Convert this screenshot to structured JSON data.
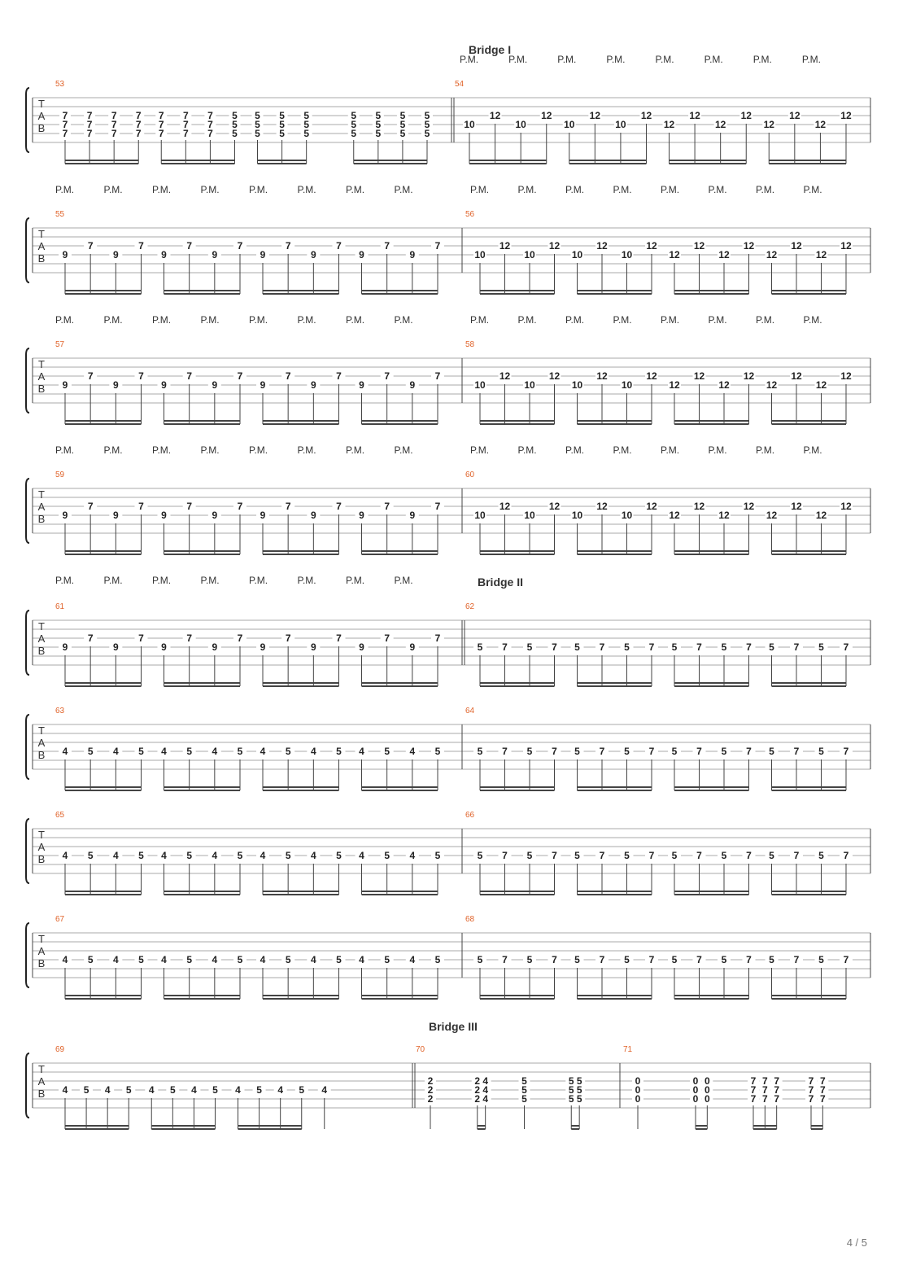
{
  "page_number": "4 / 5",
  "tab_clef": [
    "T",
    "A",
    "B"
  ],
  "pm_label": "P.M.",
  "section_labels": {
    "bridge1": "Bridge I",
    "bridge2": "Bridge II",
    "bridge3": "Bridge III"
  },
  "rows": [
    {
      "section": "bridge1",
      "measures": [
        {
          "number": "53",
          "groups": [
            {
              "notes": [
                [
                  "7",
                  "7",
                  "7"
                ],
                [
                  "7",
                  "7",
                  "7"
                ],
                [
                  "7",
                  "7",
                  "7"
                ],
                [
                  "7",
                  "7",
                  "7"
                ]
              ]
            },
            {
              "notes": [
                [
                  "7",
                  "7",
                  "7"
                ],
                [
                  "7",
                  "7",
                  "7"
                ],
                [
                  "7",
                  "7",
                  "7"
                ],
                [
                  "5",
                  "5",
                  "5"
                ]
              ]
            },
            {
              "notes": [
                [
                  "5",
                  "5",
                  "5"
                ],
                [
                  "5",
                  "5",
                  "5"
                ],
                [
                  "5",
                  "5",
                  "5"
                ]
              ]
            },
            {
              "notes": [
                [
                  "5",
                  "5",
                  "5"
                ],
                [
                  "5",
                  "5",
                  "5"
                ],
                [
                  "5",
                  "5",
                  "5"
                ],
                [
                  "5",
                  "5",
                  "5"
                ]
              ]
            }
          ]
        },
        {
          "number": "54",
          "pm": 8,
          "groups": [
            {
              "notes": [
                "10",
                "12",
                "10",
                "12"
              ]
            },
            {
              "notes": [
                "10",
                "12",
                "10",
                "12"
              ]
            },
            {
              "notes": [
                "12",
                "12",
                "12",
                "12"
              ]
            },
            {
              "notes": [
                "12",
                "12",
                "12",
                "12"
              ]
            }
          ]
        }
      ]
    },
    {
      "measures": [
        {
          "number": "55",
          "pm": 8,
          "groups": [
            {
              "notes": [
                "9",
                "7",
                "9",
                "7"
              ]
            },
            {
              "notes": [
                "9",
                "7",
                "9",
                "7"
              ]
            },
            {
              "notes": [
                "9",
                "7",
                "9",
                "7"
              ]
            },
            {
              "notes": [
                "9",
                "7",
                "9",
                "7"
              ]
            }
          ]
        },
        {
          "number": "56",
          "pm": 8,
          "groups": [
            {
              "notes": [
                "10",
                "12",
                "10",
                "12"
              ]
            },
            {
              "notes": [
                "10",
                "12",
                "10",
                "12"
              ]
            },
            {
              "notes": [
                "12",
                "12",
                "12",
                "12"
              ]
            },
            {
              "notes": [
                "12",
                "12",
                "12",
                "12"
              ]
            }
          ]
        }
      ]
    },
    {
      "measures": [
        {
          "number": "57",
          "pm": 8,
          "groups": [
            {
              "notes": [
                "9",
                "7",
                "9",
                "7"
              ]
            },
            {
              "notes": [
                "9",
                "7",
                "9",
                "7"
              ]
            },
            {
              "notes": [
                "9",
                "7",
                "9",
                "7"
              ]
            },
            {
              "notes": [
                "9",
                "7",
                "9",
                "7"
              ]
            }
          ]
        },
        {
          "number": "58",
          "pm": 8,
          "groups": [
            {
              "notes": [
                "10",
                "12",
                "10",
                "12"
              ]
            },
            {
              "notes": [
                "10",
                "12",
                "10",
                "12"
              ]
            },
            {
              "notes": [
                "12",
                "12",
                "12",
                "12"
              ]
            },
            {
              "notes": [
                "12",
                "12",
                "12",
                "12"
              ]
            }
          ]
        }
      ]
    },
    {
      "measures": [
        {
          "number": "59",
          "pm": 8,
          "groups": [
            {
              "notes": [
                "9",
                "7",
                "9",
                "7"
              ]
            },
            {
              "notes": [
                "9",
                "7",
                "9",
                "7"
              ]
            },
            {
              "notes": [
                "9",
                "7",
                "9",
                "7"
              ]
            },
            {
              "notes": [
                "9",
                "7",
                "9",
                "7"
              ]
            }
          ]
        },
        {
          "number": "60",
          "pm": 8,
          "groups": [
            {
              "notes": [
                "10",
                "12",
                "10",
                "12"
              ]
            },
            {
              "notes": [
                "10",
                "12",
                "10",
                "12"
              ]
            },
            {
              "notes": [
                "12",
                "12",
                "12",
                "12"
              ]
            },
            {
              "notes": [
                "12",
                "12",
                "12",
                "12"
              ]
            }
          ]
        }
      ]
    },
    {
      "section_on_second": "bridge2",
      "measures": [
        {
          "number": "61",
          "pm": 8,
          "groups": [
            {
              "notes": [
                "9",
                "7",
                "9",
                "7"
              ]
            },
            {
              "notes": [
                "9",
                "7",
                "9",
                "7"
              ]
            },
            {
              "notes": [
                "9",
                "7",
                "9",
                "7"
              ]
            },
            {
              "notes": [
                "9",
                "7",
                "9",
                "7"
              ]
            }
          ]
        },
        {
          "number": "62",
          "groups": [
            {
              "notes": [
                "5",
                "7",
                "5",
                "7"
              ]
            },
            {
              "notes": [
                "5",
                "7",
                "5",
                "7"
              ]
            },
            {
              "notes": [
                "5",
                "7",
                "5",
                "7"
              ]
            },
            {
              "notes": [
                "5",
                "7",
                "5",
                "7"
              ]
            }
          ]
        }
      ]
    },
    {
      "measures": [
        {
          "number": "63",
          "groups": [
            {
              "notes": [
                "4",
                "5",
                "4",
                "5"
              ]
            },
            {
              "notes": [
                "4",
                "5",
                "4",
                "5"
              ]
            },
            {
              "notes": [
                "4",
                "5",
                "4",
                "5"
              ]
            },
            {
              "notes": [
                "4",
                "5",
                "4",
                "5"
              ]
            }
          ]
        },
        {
          "number": "64",
          "groups": [
            {
              "notes": [
                "5",
                "7",
                "5",
                "7"
              ]
            },
            {
              "notes": [
                "5",
                "7",
                "5",
                "7"
              ]
            },
            {
              "notes": [
                "5",
                "7",
                "5",
                "7"
              ]
            },
            {
              "notes": [
                "5",
                "7",
                "5",
                "7"
              ]
            }
          ]
        }
      ]
    },
    {
      "measures": [
        {
          "number": "65",
          "groups": [
            {
              "notes": [
                "4",
                "5",
                "4",
                "5"
              ]
            },
            {
              "notes": [
                "4",
                "5",
                "4",
                "5"
              ]
            },
            {
              "notes": [
                "4",
                "5",
                "4",
                "5"
              ]
            },
            {
              "notes": [
                "4",
                "5",
                "4",
                "5"
              ]
            }
          ]
        },
        {
          "number": "66",
          "groups": [
            {
              "notes": [
                "5",
                "7",
                "5",
                "7"
              ]
            },
            {
              "notes": [
                "5",
                "7",
                "5",
                "7"
              ]
            },
            {
              "notes": [
                "5",
                "7",
                "5",
                "7"
              ]
            },
            {
              "notes": [
                "5",
                "7",
                "5",
                "7"
              ]
            }
          ]
        }
      ]
    },
    {
      "measures": [
        {
          "number": "67",
          "groups": [
            {
              "notes": [
                "4",
                "5",
                "4",
                "5"
              ]
            },
            {
              "notes": [
                "4",
                "5",
                "4",
                "5"
              ]
            },
            {
              "notes": [
                "4",
                "5",
                "4",
                "5"
              ]
            },
            {
              "notes": [
                "4",
                "5",
                "4",
                "5"
              ]
            }
          ]
        },
        {
          "number": "68",
          "groups": [
            {
              "notes": [
                "5",
                "7",
                "5",
                "7"
              ]
            },
            {
              "notes": [
                "5",
                "7",
                "5",
                "7"
              ]
            },
            {
              "notes": [
                "5",
                "7",
                "5",
                "7"
              ]
            },
            {
              "notes": [
                "5",
                "7",
                "5",
                "7"
              ]
            }
          ]
        }
      ]
    },
    {
      "section_on_second": "bridge3",
      "measures": [
        {
          "number": "69",
          "groups": [
            {
              "notes": [
                "4",
                "5",
                "4",
                "5"
              ]
            },
            {
              "notes": [
                "4",
                "5",
                "4",
                "5"
              ]
            },
            {
              "notes": [
                "4",
                "5",
                "4",
                "5"
              ]
            },
            {
              "notes": [
                "4"
              ]
            }
          ]
        },
        {
          "number": "70",
          "groups": [
            {
              "notes": [
                [
                  "2",
                  "2",
                  "2"
                ]
              ]
            },
            {
              "notes": [
                [
                  "2",
                  "2",
                  "2"
                ],
                [
                  "4",
                  "4",
                  "4"
                ]
              ]
            },
            {
              "notes": [
                [
                  "5",
                  "5",
                  "5"
                ]
              ]
            },
            {
              "notes": [
                [
                  "5",
                  "5",
                  "5"
                ],
                [
                  "5",
                  "5",
                  "5"
                ]
              ]
            }
          ]
        },
        {
          "number": "71",
          "groups": [
            {
              "notes": [
                [
                  "0",
                  "0",
                  "0"
                ]
              ]
            },
            {
              "notes": [
                [
                  "0",
                  "0",
                  "0"
                ],
                [
                  "0",
                  "0",
                  "0"
                ]
              ]
            },
            {
              "notes": [
                [
                  "7",
                  "7",
                  "7"
                ],
                [
                  "7",
                  "7",
                  "7"
                ],
                [
                  "7",
                  "7",
                  "7"
                ]
              ]
            },
            {
              "notes": [
                [
                  "7",
                  "7",
                  "7"
                ],
                [
                  "7",
                  "7",
                  "7"
                ]
              ]
            }
          ]
        }
      ]
    }
  ]
}
